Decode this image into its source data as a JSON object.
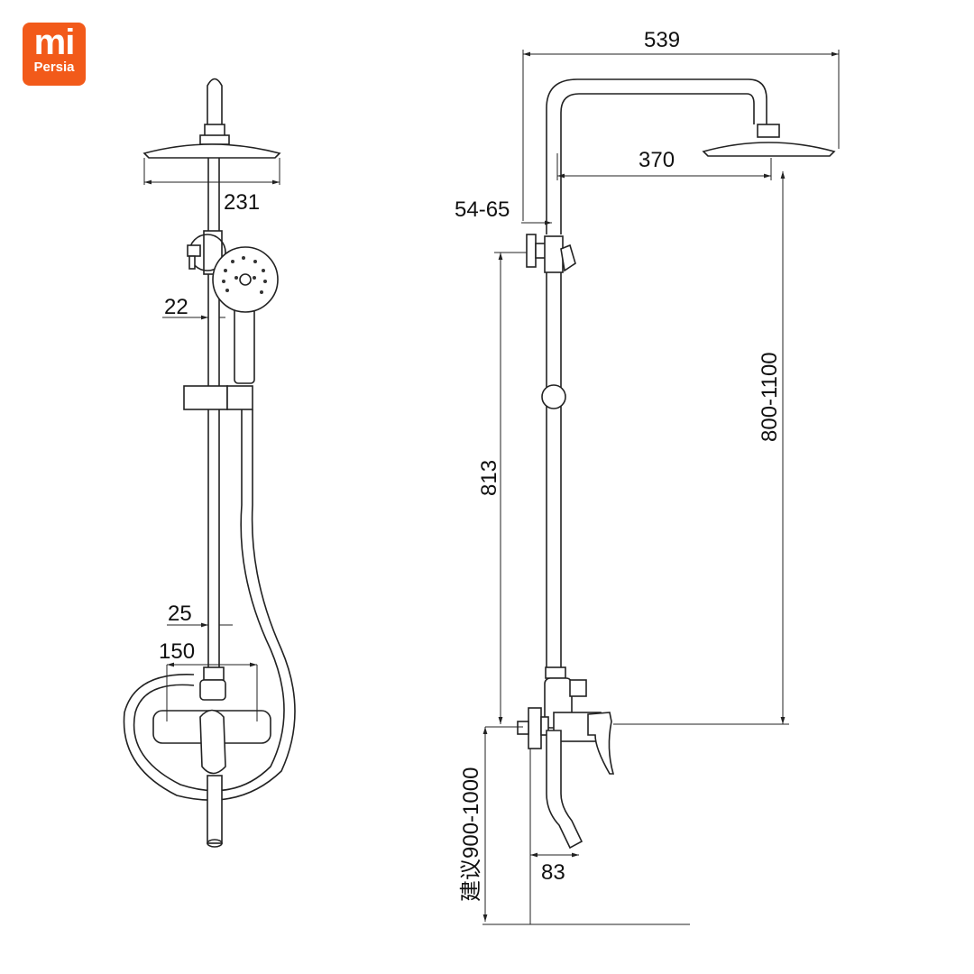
{
  "logo": {
    "mark": "mi",
    "name": "Persia",
    "color": "#f25a1a"
  },
  "front_view": {
    "dims": {
      "head_diameter": "231",
      "hand_offset": "22",
      "pipe_offset": "25",
      "inlet_spacing": "150"
    }
  },
  "side_view": {
    "dims": {
      "total_width": "539",
      "arm_reach": "370",
      "wall_offset": "54-65",
      "bar_height": "813",
      "head_height": "800-1100",
      "mixer_height": "建议900-1000",
      "spout_reach": "83"
    }
  }
}
